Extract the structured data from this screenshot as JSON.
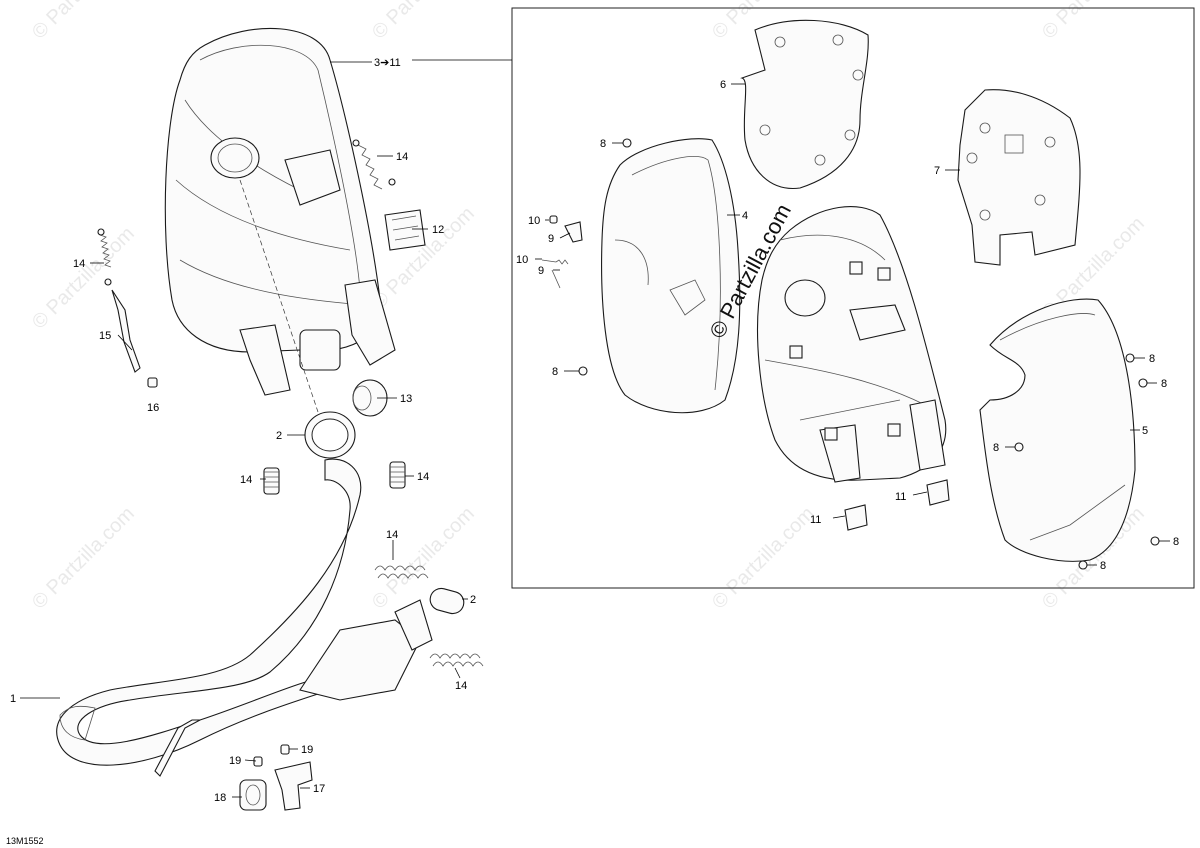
{
  "diagram": {
    "reference_code": "13M1552",
    "watermark_text": "© Partzilla.com",
    "callouts": {
      "c1": "1",
      "c2a": "2",
      "c2b": "2",
      "c3_11": "3➔11",
      "c4": "4",
      "c5": "5",
      "c6": "6",
      "c7": "7",
      "c8a": "8",
      "c8b": "8",
      "c8c": "8",
      "c8d": "8",
      "c8e": "8",
      "c8f": "8",
      "c8g": "8",
      "c9a": "9",
      "c9b": "9",
      "c10a": "10",
      "c10b": "10",
      "c11a": "11",
      "c11b": "11",
      "c12": "12",
      "c13": "13",
      "c14a": "14",
      "c14b": "14",
      "c14c": "14",
      "c14d": "14",
      "c14e": "14",
      "c14f": "14",
      "c15": "15",
      "c16": "16",
      "c17": "17",
      "c18": "18",
      "c19a": "19",
      "c19b": "19"
    }
  }
}
